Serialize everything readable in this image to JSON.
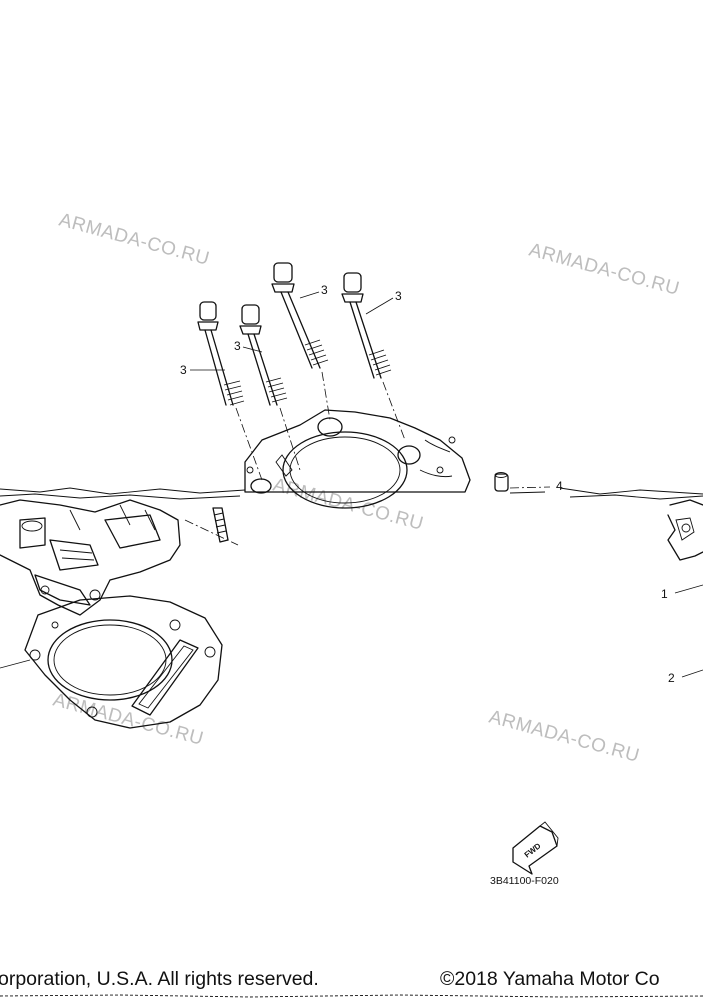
{
  "callouts": {
    "bolt_a": "3",
    "bolt_b": "3",
    "bolt_c": "3",
    "bolt_d": "3",
    "dowel": "4",
    "part_1": "1",
    "part_2": "2"
  },
  "watermarks": [
    "ARMADA-CO.RU",
    "ARMADA-CO.RU",
    "ARMADA-CO.RU",
    "ARMADA-CO.RU",
    "ARMADA-CO.RU"
  ],
  "fwd_label": "FWD",
  "diagram_code": "3B41100-F020",
  "footer": {
    "left": "orporation, U.S.A. All rights reserved.",
    "right": "©2018 Yamaha Motor Co"
  }
}
